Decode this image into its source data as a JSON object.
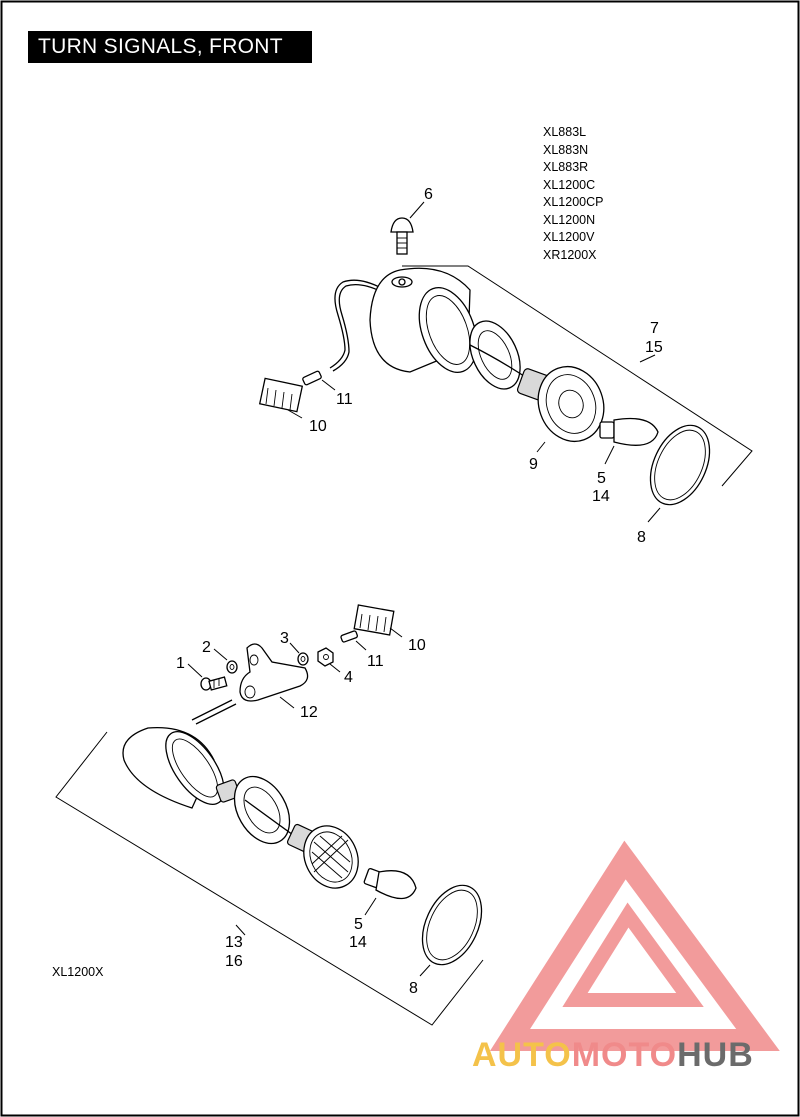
{
  "title": "TURN SIGNALS, FRONT",
  "upper_group": {
    "models": [
      "XL883L",
      "XL883N",
      "XL883R",
      "XL1200C",
      "XL1200CP",
      "XL1200N",
      "XL1200V",
      "XR1200X"
    ],
    "callouts": {
      "c6": "6",
      "c7": "7",
      "c15": "15",
      "c11": "11",
      "c10": "10",
      "c9": "9",
      "c5": "5",
      "c14": "14",
      "c8": "8"
    }
  },
  "lower_group": {
    "model": "XL1200X",
    "callouts": {
      "c1": "1",
      "c2": "2",
      "c3": "3",
      "c4": "4",
      "c11": "11",
      "c10": "10",
      "c12": "12",
      "c5": "5",
      "c14": "14",
      "c13": "13",
      "c16": "16",
      "c8": "8"
    }
  },
  "watermark": {
    "part1": "AUTO",
    "part2": "MOTO",
    "part3": "HUB",
    "colors": {
      "triangle": "#f08a8a",
      "auto": "#f4c24a",
      "moto": "#f08a8a",
      "hub": "#6b6b6b"
    }
  }
}
